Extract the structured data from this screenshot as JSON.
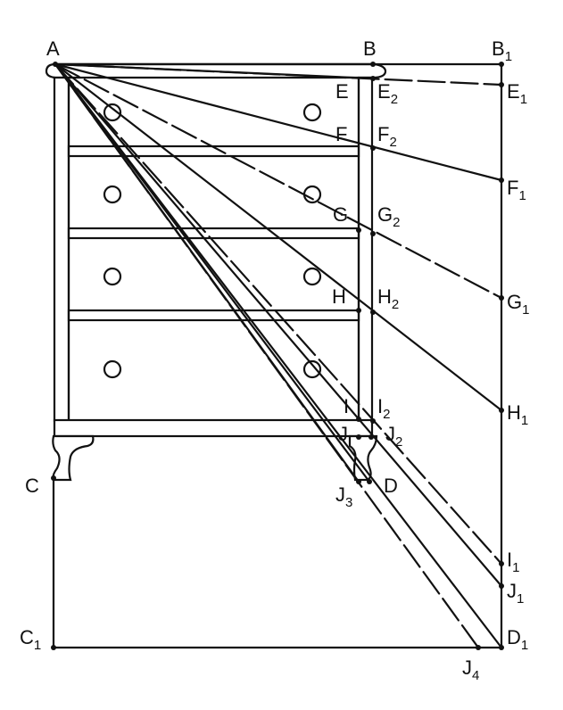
{
  "labels": {
    "A": "A",
    "B": "B",
    "B1": "B",
    "E": "E",
    "E2": "E",
    "E1": "E",
    "F": "F",
    "F2": "F",
    "F1": "F",
    "G": "G",
    "G2": "G",
    "G1": "G",
    "H": "H",
    "H2": "H",
    "H1": "H",
    "I": "I",
    "I2": "I",
    "I1": "I",
    "J": "J",
    "J2": "J",
    "J1": "J",
    "J3": "J",
    "J4": "J",
    "C": "C",
    "C1": "C",
    "D": "D",
    "D1": "D"
  },
  "subscripts": {
    "B1": "1",
    "E2": "2",
    "E1": "1",
    "F2": "2",
    "F1": "1",
    "G2": "2",
    "G1": "1",
    "H2": "2",
    "H1": "1",
    "I2": "2",
    "I1": "1",
    "J2": "2",
    "J1": "1",
    "J3": "3",
    "J4": "4",
    "C1": "1",
    "D1": "1"
  },
  "colors": {
    "ink": "#111111",
    "paper": "#ffffff"
  }
}
